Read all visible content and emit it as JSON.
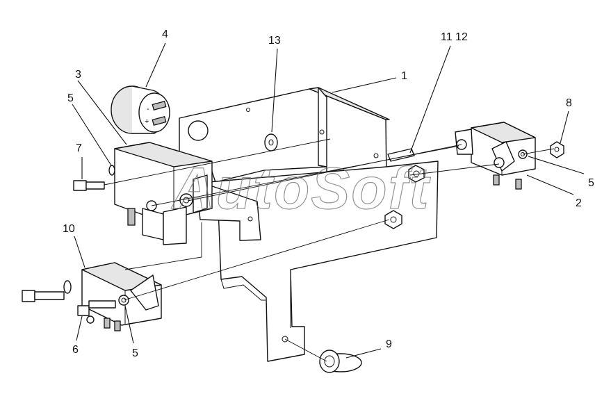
{
  "callouts": {
    "c1": "1",
    "c2": "2",
    "c3": "3",
    "c4": "4",
    "c5a": "5",
    "c5b": "5",
    "c5c": "5",
    "c6": "6",
    "c7": "7",
    "c8": "8",
    "c9": "9",
    "c10": "10",
    "c11_12": "11 12",
    "c13": "13"
  },
  "watermark": "AutoSoft",
  "colors": {
    "line": "#111111",
    "background": "#ffffff"
  }
}
